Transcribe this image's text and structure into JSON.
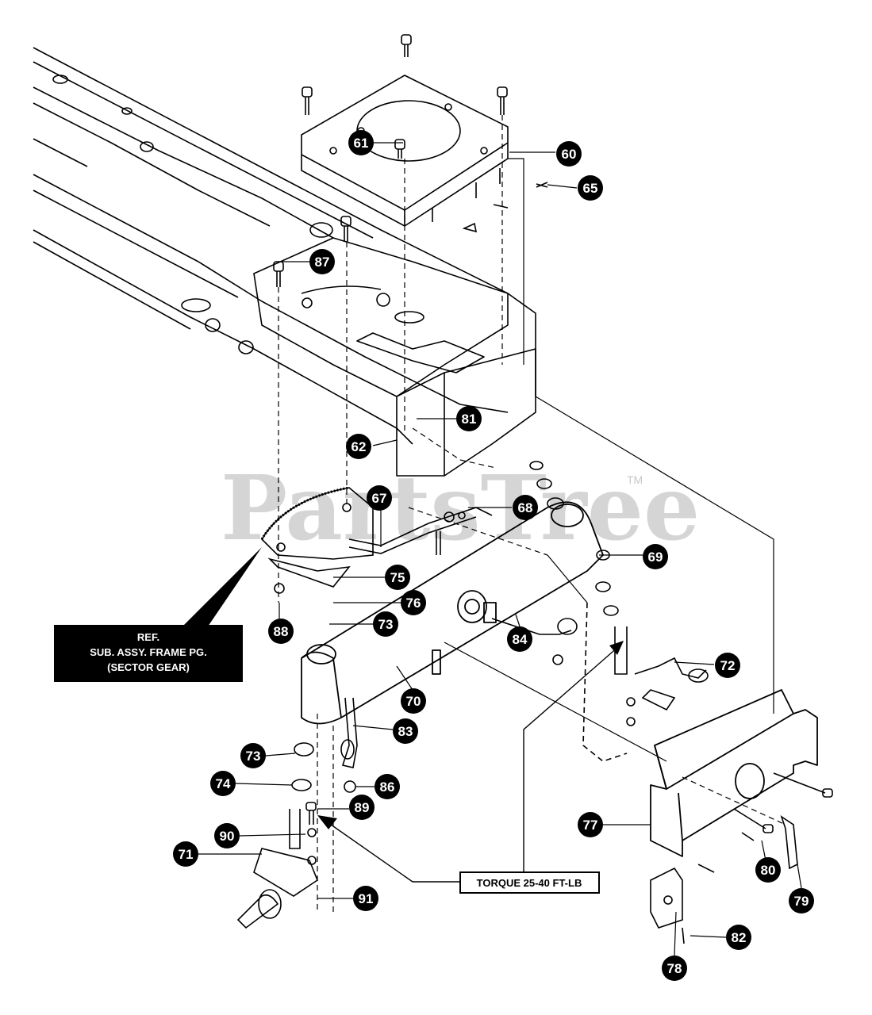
{
  "watermark": {
    "text": "PartsTree",
    "trademark": "TM"
  },
  "ref_box": {
    "line1": "REF.",
    "line2": "SUB. ASSY. FRAME PG.",
    "line3": "(SECTOR GEAR)"
  },
  "torque_box": {
    "text": "TORQUE 25-40 FT-LB"
  },
  "callouts": [
    {
      "id": "60",
      "label": "60"
    },
    {
      "id": "61",
      "label": "61"
    },
    {
      "id": "65",
      "label": "65"
    },
    {
      "id": "87",
      "label": "87"
    },
    {
      "id": "81",
      "label": "81"
    },
    {
      "id": "62",
      "label": "62"
    },
    {
      "id": "67",
      "label": "67"
    },
    {
      "id": "68",
      "label": "68"
    },
    {
      "id": "69",
      "label": "69"
    },
    {
      "id": "75",
      "label": "75"
    },
    {
      "id": "76",
      "label": "76"
    },
    {
      "id": "73a",
      "label": "73"
    },
    {
      "id": "88",
      "label": "88"
    },
    {
      "id": "84",
      "label": "84"
    },
    {
      "id": "72",
      "label": "72"
    },
    {
      "id": "70",
      "label": "70"
    },
    {
      "id": "83",
      "label": "83"
    },
    {
      "id": "73b",
      "label": "73"
    },
    {
      "id": "74",
      "label": "74"
    },
    {
      "id": "86",
      "label": "86"
    },
    {
      "id": "89",
      "label": "89"
    },
    {
      "id": "90",
      "label": "90"
    },
    {
      "id": "71",
      "label": "71"
    },
    {
      "id": "91",
      "label": "91"
    },
    {
      "id": "77",
      "label": "77"
    },
    {
      "id": "80",
      "label": "80"
    },
    {
      "id": "79",
      "label": "79"
    },
    {
      "id": "82",
      "label": "82"
    },
    {
      "id": "78",
      "label": "78"
    }
  ]
}
